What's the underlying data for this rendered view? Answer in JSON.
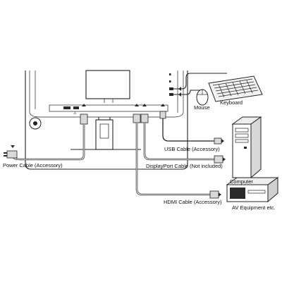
{
  "labels": {
    "mouse": "Mouse",
    "keyboard": "Keyboard",
    "usb_cable": "USB Cable (Accessory)",
    "displayport_cable": "DisplayPort Cable (Not included)",
    "computer": "Computer",
    "hdmi_cable": "HDMI Cable (Accessory)",
    "av_equipment": "AV Equipment etc.",
    "power_cable": "Power Cable (Accessory)"
  }
}
